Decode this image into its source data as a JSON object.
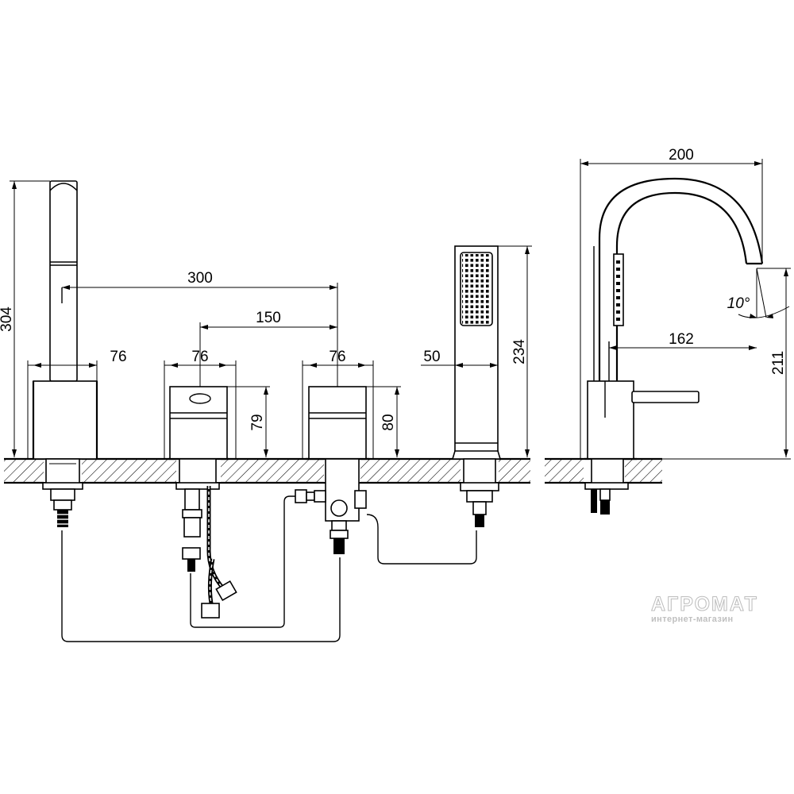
{
  "dimensions": {
    "spout_height": "304",
    "spacing_total": "300",
    "spacing_half": "150",
    "spout_base_width": "76",
    "lever1_width": "76",
    "lever2_width": "76",
    "lever1_height": "79",
    "lever2_height": "80",
    "shower_base_width": "50",
    "shower_height": "234",
    "side_width": "200",
    "side_reach": "162",
    "side_height": "211",
    "spout_angle": "10°"
  },
  "watermark": {
    "brand": "АГРОМАТ",
    "subtitle": "интернет-магазин"
  }
}
